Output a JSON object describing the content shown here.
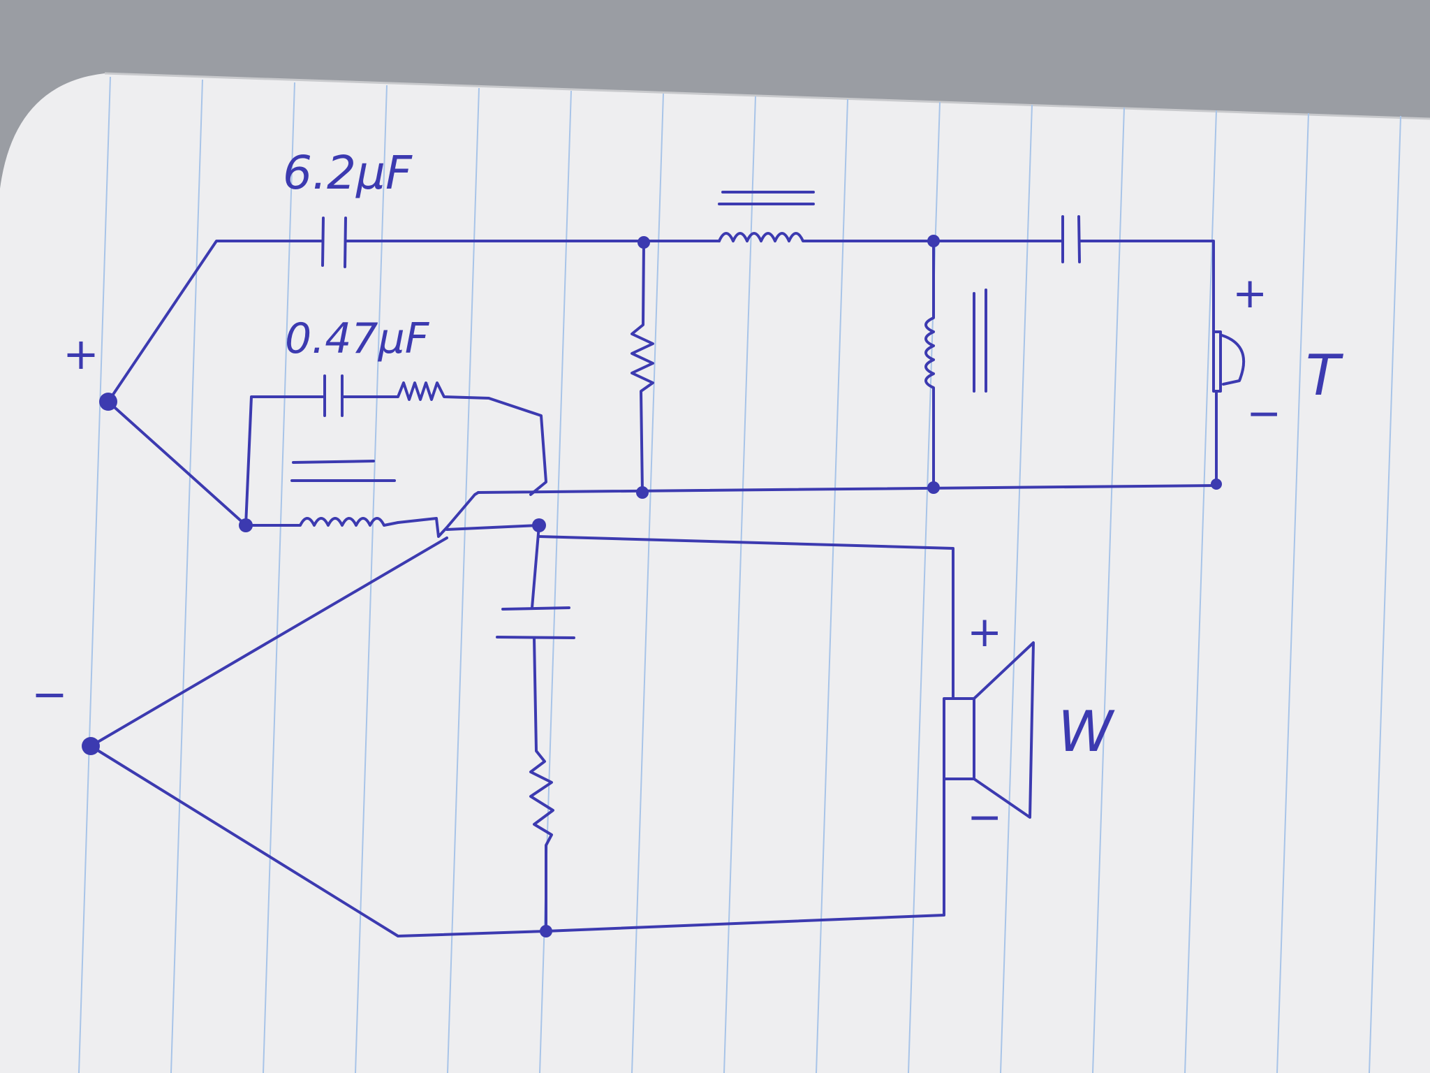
{
  "colors": {
    "ink": "#3c3ab0",
    "paper": "#eeeef0",
    "paper_shadow": "#c9cacd",
    "rule_line": "#a8c4e8",
    "background": "#9a9da3"
  },
  "labels": {
    "cap_main": "6.2μF",
    "cap_zobel": "0.47μF",
    "input_plus": "+",
    "input_minus": "−",
    "tweeter_plus": "+",
    "tweeter_minus": "−",
    "tweeter_name": "T",
    "woofer_plus": "+",
    "woofer_minus": "−",
    "woofer_name": "W"
  }
}
